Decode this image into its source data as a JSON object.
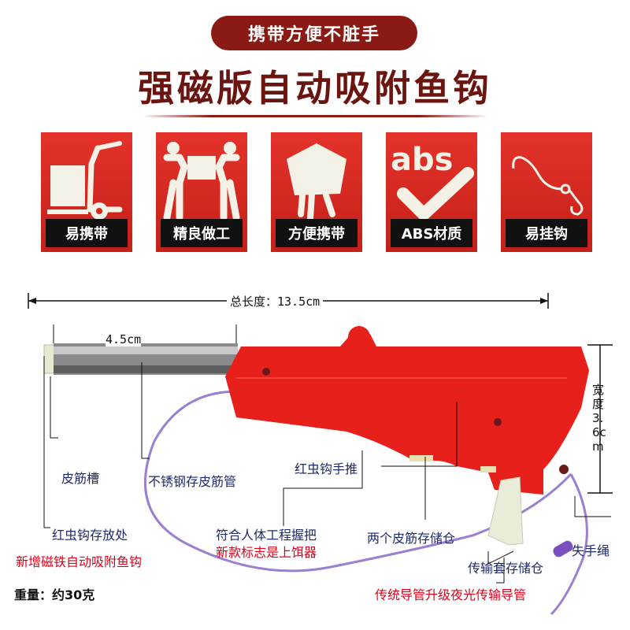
{
  "header": {
    "tag": "携带方便不脏手",
    "title": "强磁版自动吸附鱼钩"
  },
  "features": [
    {
      "label": "易携带",
      "icon": "hand-truck-icon"
    },
    {
      "label": "精良做工",
      "icon": "workers-carrying-box-icon"
    },
    {
      "label": "方便携带",
      "icon": "person-carrying-load-icon"
    },
    {
      "label": "ABS材质",
      "icon": "abs-checkmark-icon",
      "icon_text": "abs"
    },
    {
      "label": "易挂钩",
      "icon": "hook-icon"
    }
  ],
  "dimensions": {
    "total_length": "总长度：13.5cm",
    "tube_length": "4.5cm",
    "width": "宽度3.6cm"
  },
  "callouts": {
    "groove": "皮筋槽",
    "steel_tube": "不锈钢存皮筋管",
    "pusher": "红虫钩手推",
    "storage": "红虫钩存放处",
    "ergonomic": "符合人体工程握把",
    "two_bins": "两个皮筋存储仓",
    "strap": "失手绳",
    "magnet": "新增磁铁自动吸附鱼钩",
    "new_logo": "新款标志是上饵器",
    "sleeve": "传输套存储仓",
    "tube_upgrade": "传统导管升级夜光传输导管"
  },
  "weight": "重量：约30克",
  "colors": {
    "brand_dark_red": "#8b1a14",
    "feature_red": "#d8281f",
    "product_red": "#e8201c",
    "label_navy": "#1f2a6b",
    "label_red": "#e0001a",
    "lanyard_purple": "#9b7fd0"
  }
}
